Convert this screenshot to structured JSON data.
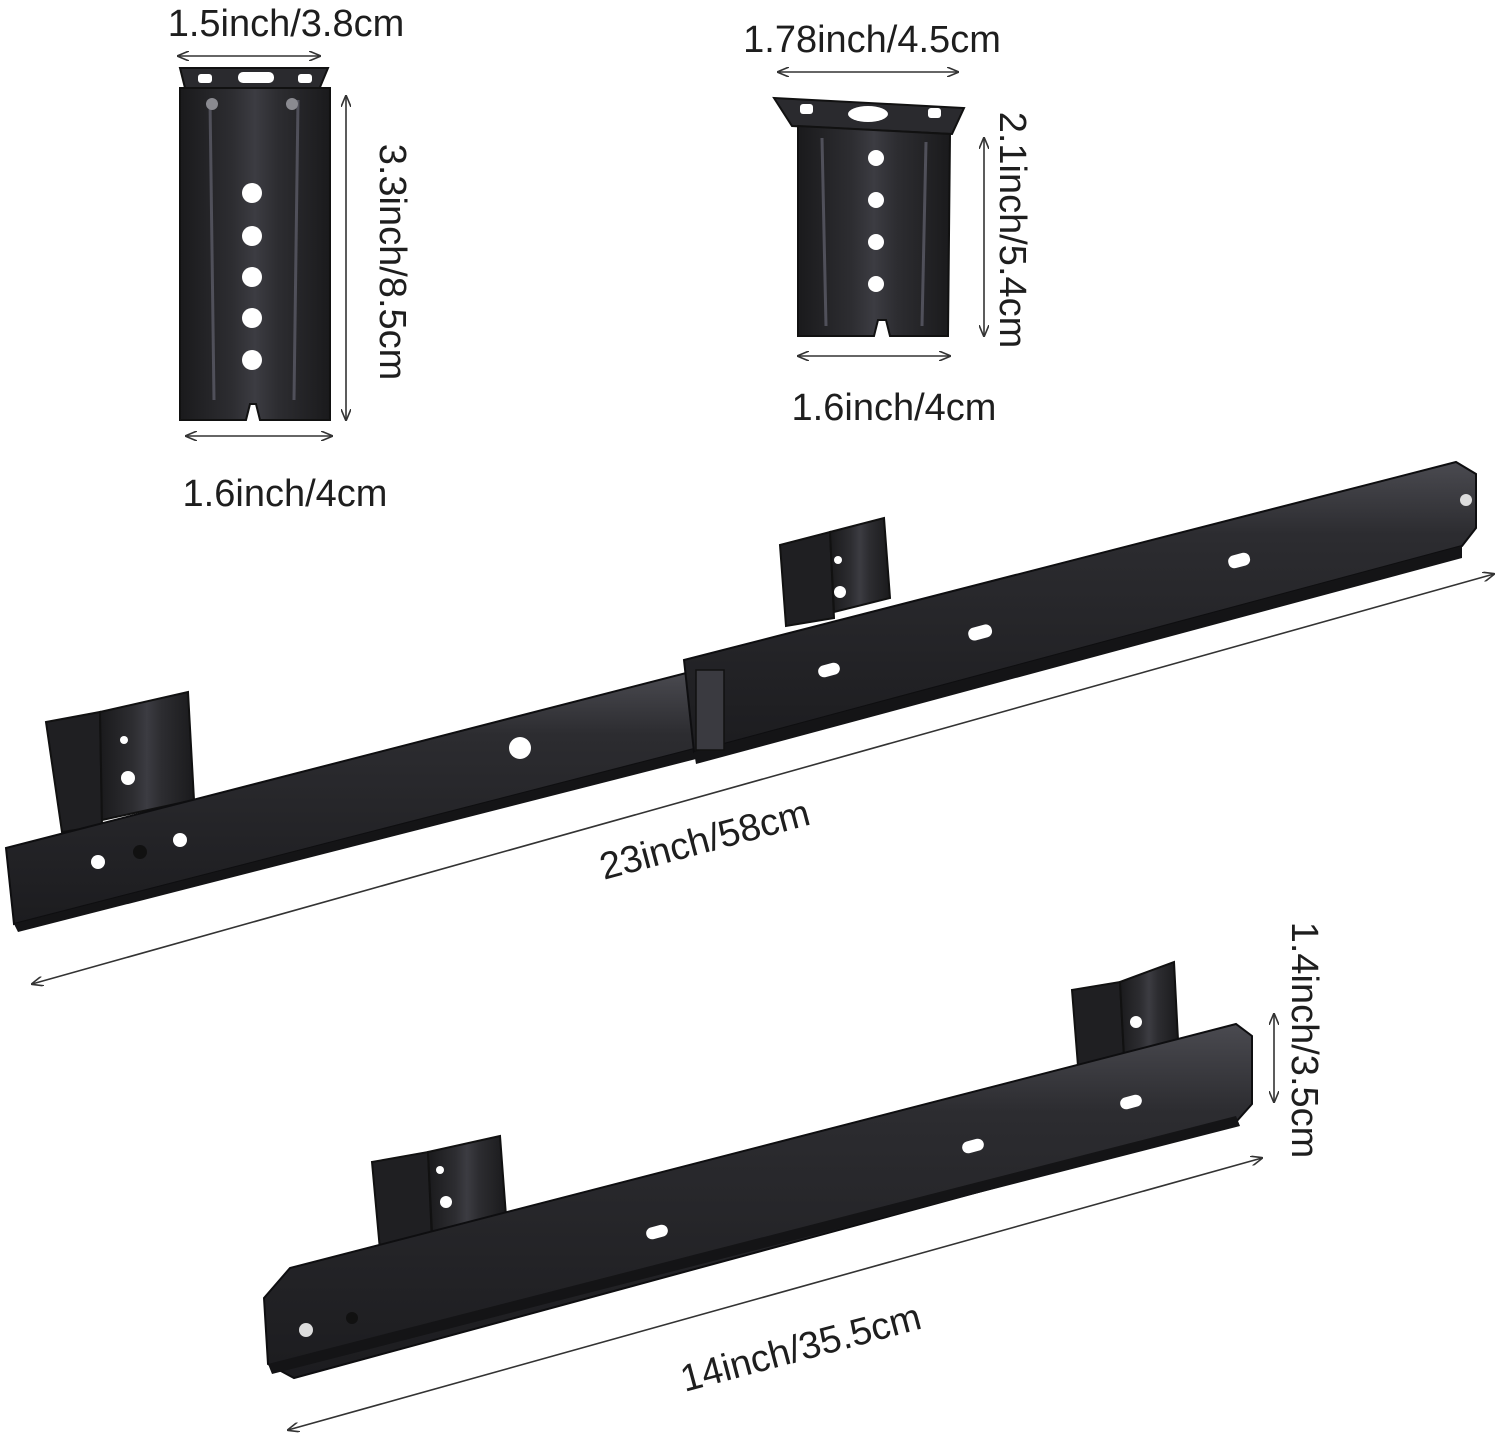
{
  "dimensions": {
    "top_bracket_width": "1.5inch/3.8cm",
    "big_bracket_height": "3.3inch/8.5cm",
    "big_bracket_base": "1.6inch/4cm",
    "small_bracket_width": "1.78inch/4.5cm",
    "small_bracket_height": "2.1inch/5.4cm",
    "small_bracket_base": "1.6inch/4cm",
    "long_rail_length": "23inch/58cm",
    "short_rail_height": "1.4inch/3.5cm",
    "short_rail_length": "14inch/35.5cm"
  },
  "colors": {
    "metal": "#2c2c30",
    "metal_light": "#45454b",
    "metal_dark": "#141416",
    "arrow": "#333333"
  }
}
